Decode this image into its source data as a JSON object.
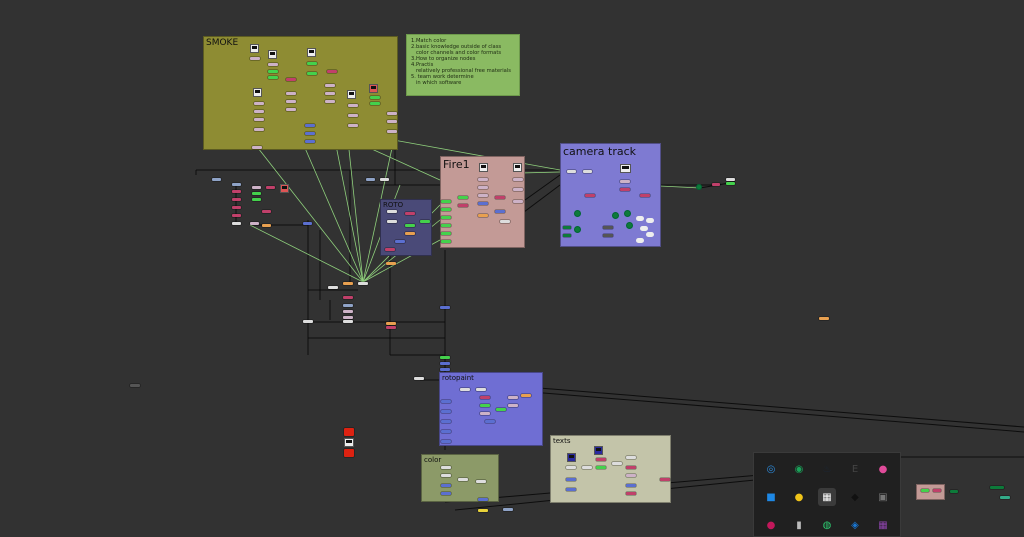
{
  "backdrops": {
    "smoke": {
      "label": "SMOKE"
    },
    "fire": {
      "label": "Fire1"
    },
    "camera": {
      "label": "camera track"
    },
    "roto": {
      "label": "ROTO"
    },
    "rotopaint": {
      "label": "rotopaint"
    },
    "color": {
      "label": "color"
    },
    "texts": {
      "label": "texts"
    }
  },
  "sticky_note": {
    "text": "1.Match color\n2.basic knowledge outside of class\n   color channels and color formats\n3.How to organize nodes\n4.Practis\n   relatively professional free materials\n5. team work determine\n   in which software"
  },
  "tray": {
    "icons": [
      "blue-app-icon",
      "green-globe-icon",
      "steam-icon",
      "epic-games-icon",
      "colorful-app-icon",
      "blue-square-icon",
      "yellow-app-icon",
      "white-pinned-app-icon",
      "penguin-qq-icon",
      "image-app-icon",
      "pink-app-icon",
      "usb-drive-icon",
      "wechat-icon",
      "blue-shield-icon",
      "multicolor-grid-icon"
    ]
  },
  "colors": {
    "canvas": "#323232",
    "smoke": "#8e8c33",
    "fire": "#c39a96",
    "camera": "#7e7ad2",
    "roto": "#4a4a78",
    "rotopaint": "#6f6ed3",
    "color": "#8c9a68",
    "texts": "#c3c4a9",
    "sticky": "#8aba62"
  }
}
